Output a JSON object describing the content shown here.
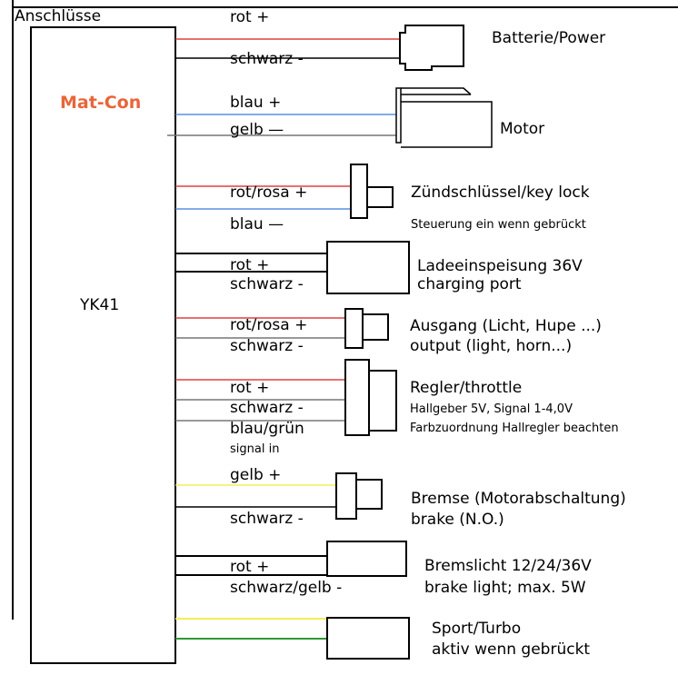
{
  "header": {
    "title": "Anschlüsse"
  },
  "controller": {
    "brand": "Mat-Con",
    "model": "YK41"
  },
  "colors": {
    "red": "#e04040",
    "black": "#000000",
    "blue": "#5b8fe0",
    "yellow": "#f2ef55",
    "green": "#2f9a33",
    "gray": "#777777",
    "brand": "#e8663a"
  },
  "wires": [
    {
      "id": "w1",
      "color": "red",
      "label": "rot +"
    },
    {
      "id": "w2",
      "color": "black",
      "label": "schwarz -"
    },
    {
      "id": "w3",
      "label": "blau +",
      "color": "blue"
    },
    {
      "id": "w4",
      "label": "gelb —",
      "color": "gray"
    },
    {
      "id": "w5",
      "label": "rot/rosa +",
      "color": "red"
    },
    {
      "id": "w6",
      "label": "blau —",
      "color": "blue"
    },
    {
      "id": "w7",
      "label": "rot +",
      "color": "black"
    },
    {
      "id": "w8",
      "label": "schwarz -",
      "color": "black"
    },
    {
      "id": "w9",
      "label": "rot/rosa +",
      "color": "red"
    },
    {
      "id": "w10",
      "label": "schwarz -",
      "color": "gray"
    },
    {
      "id": "w11",
      "label": "rot +",
      "color": "red"
    },
    {
      "id": "w12",
      "label": "schwarz -",
      "color": "gray"
    },
    {
      "id": "w13",
      "label": "blau/grün",
      "sublabel": "signal in",
      "color": "gray"
    },
    {
      "id": "w14",
      "label": "gelb +",
      "color": "yellow"
    },
    {
      "id": "w15",
      "label": "schwarz -",
      "color": "black"
    },
    {
      "id": "w16",
      "label": "rot +",
      "color": "black"
    },
    {
      "id": "w17",
      "label": "schwarz/gelb -",
      "color": "black"
    },
    {
      "id": "w18",
      "label": "",
      "color": "yellow"
    },
    {
      "id": "w19",
      "label": "",
      "color": "green"
    }
  ],
  "connectors": [
    {
      "id": "battery",
      "lines": [
        "Batterie/Power"
      ]
    },
    {
      "id": "motor",
      "lines": [
        "Motor"
      ]
    },
    {
      "id": "keylock",
      "lines": [
        "Zündschlüssel/key lock"
      ],
      "note": "Steuerung ein wenn gebrückt"
    },
    {
      "id": "charging",
      "lines": [
        "Ladeeinspeisung 36V",
        "charging port"
      ]
    },
    {
      "id": "output",
      "lines": [
        "Ausgang (Licht, Hupe ...)",
        "output (light, horn...)"
      ]
    },
    {
      "id": "throttle",
      "lines": [
        "Regler/throttle"
      ],
      "notes": [
        "Hallgeber 5V, Signal 1-4,0V",
        "Farbzuordnung Hallregler beachten"
      ]
    },
    {
      "id": "brake",
      "lines": [
        "Bremse (Motorabschaltung)",
        "brake (N.O.)"
      ]
    },
    {
      "id": "brakelight",
      "lines": [
        "Bremslicht 12/24/36V",
        "brake light; max. 5W"
      ]
    },
    {
      "id": "sport",
      "lines": [
        "Sport/Turbo",
        "aktiv wenn gebrückt"
      ]
    }
  ]
}
